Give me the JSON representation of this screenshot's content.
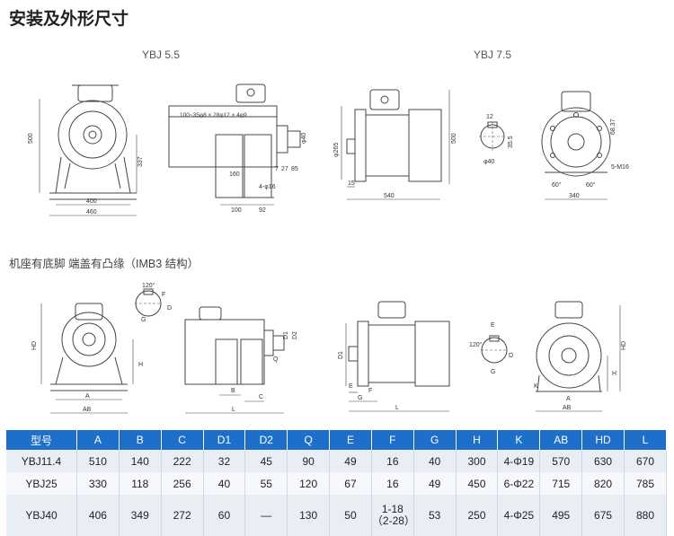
{
  "title": "安装及外形尺寸",
  "captions": {
    "left": "YBJ 5.5",
    "right": "YBJ 7.5"
  },
  "subtitle": "机座有底脚 端盖有凸缘（IMB3 结构）",
  "dims_top": {
    "d1": "500",
    "d2": "337",
    "d3": "400",
    "d4": "460",
    "d5": "100~35φ8 × 28φ12 × 4φ9",
    "d6": "φ40",
    "d7": "160",
    "d8": "7",
    "d9": "27",
    "d10": "85",
    "d11": "4-φ16",
    "d12": "100",
    "d13": "92",
    "d14": "φ265",
    "d15": "500",
    "d16": "15",
    "d17": "540",
    "d18": "12",
    "d19": "35.5",
    "d20": "φ40",
    "d21": "68.37",
    "d22": "5-M16",
    "d23": "60°",
    "d24": "60°",
    "d25": "340"
  },
  "dims_bottom": {
    "HD": "HD",
    "H": "H",
    "A": "A",
    "AB": "AB",
    "D": "D",
    "K": "K",
    "B": "B",
    "C": "C",
    "Q": "Q",
    "L": "L",
    "D1": "D1",
    "D2": "D2",
    "F": "F",
    "G": "G",
    "E": "E",
    "ang1": "120°",
    "ang2": "120°"
  },
  "table": {
    "headers": [
      "型号",
      "A",
      "B",
      "C",
      "D1",
      "D2",
      "Q",
      "E",
      "F",
      "G",
      "H",
      "K",
      "AB",
      "HD",
      "L"
    ],
    "rows": [
      [
        "YBJ11.4",
        "510",
        "140",
        "222",
        "32",
        "45",
        "90",
        "49",
        "16",
        "40",
        "300",
        "4-Φ19",
        "570",
        "630",
        "670"
      ],
      [
        "YBJ25",
        "330",
        "118",
        "256",
        "40",
        "55",
        "120",
        "67",
        "16",
        "49",
        "450",
        "6-Φ22",
        "715",
        "820",
        "785"
      ],
      [
        "YBJ40",
        "406",
        "349",
        "272",
        "60",
        "—",
        "130",
        "50",
        "1-18\n（2-28）",
        "53",
        "250",
        "4-Φ25",
        "495",
        "675",
        "880"
      ]
    ]
  }
}
